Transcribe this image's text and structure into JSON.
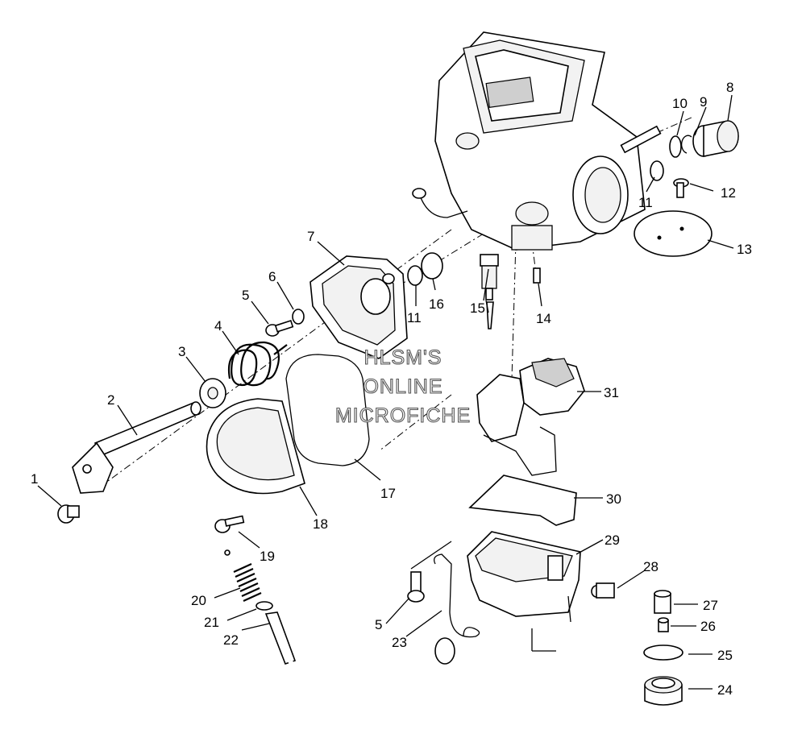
{
  "watermark": {
    "line1": "HLSM'S",
    "line2": "ONLINE",
    "line3": "MICROFICHE"
  },
  "callouts": {
    "c1": "1",
    "c2": "2",
    "c3": "3",
    "c4": "4",
    "c5a": "5",
    "c5b": "5",
    "c6": "6",
    "c7": "7",
    "c8": "8",
    "c9": "9",
    "c10": "10",
    "c11a": "11",
    "c11b": "11",
    "c12": "12",
    "c13": "13",
    "c14": "14",
    "c15": "15",
    "c16": "16",
    "c17": "17",
    "c18": "18",
    "c19": "19",
    "c20": "20",
    "c21": "21",
    "c22": "22",
    "c23": "23",
    "c24": "24",
    "c25": "25",
    "c26": "26",
    "c27": "27",
    "c28": "28",
    "c29": "29",
    "c30": "30",
    "c31": "31"
  }
}
